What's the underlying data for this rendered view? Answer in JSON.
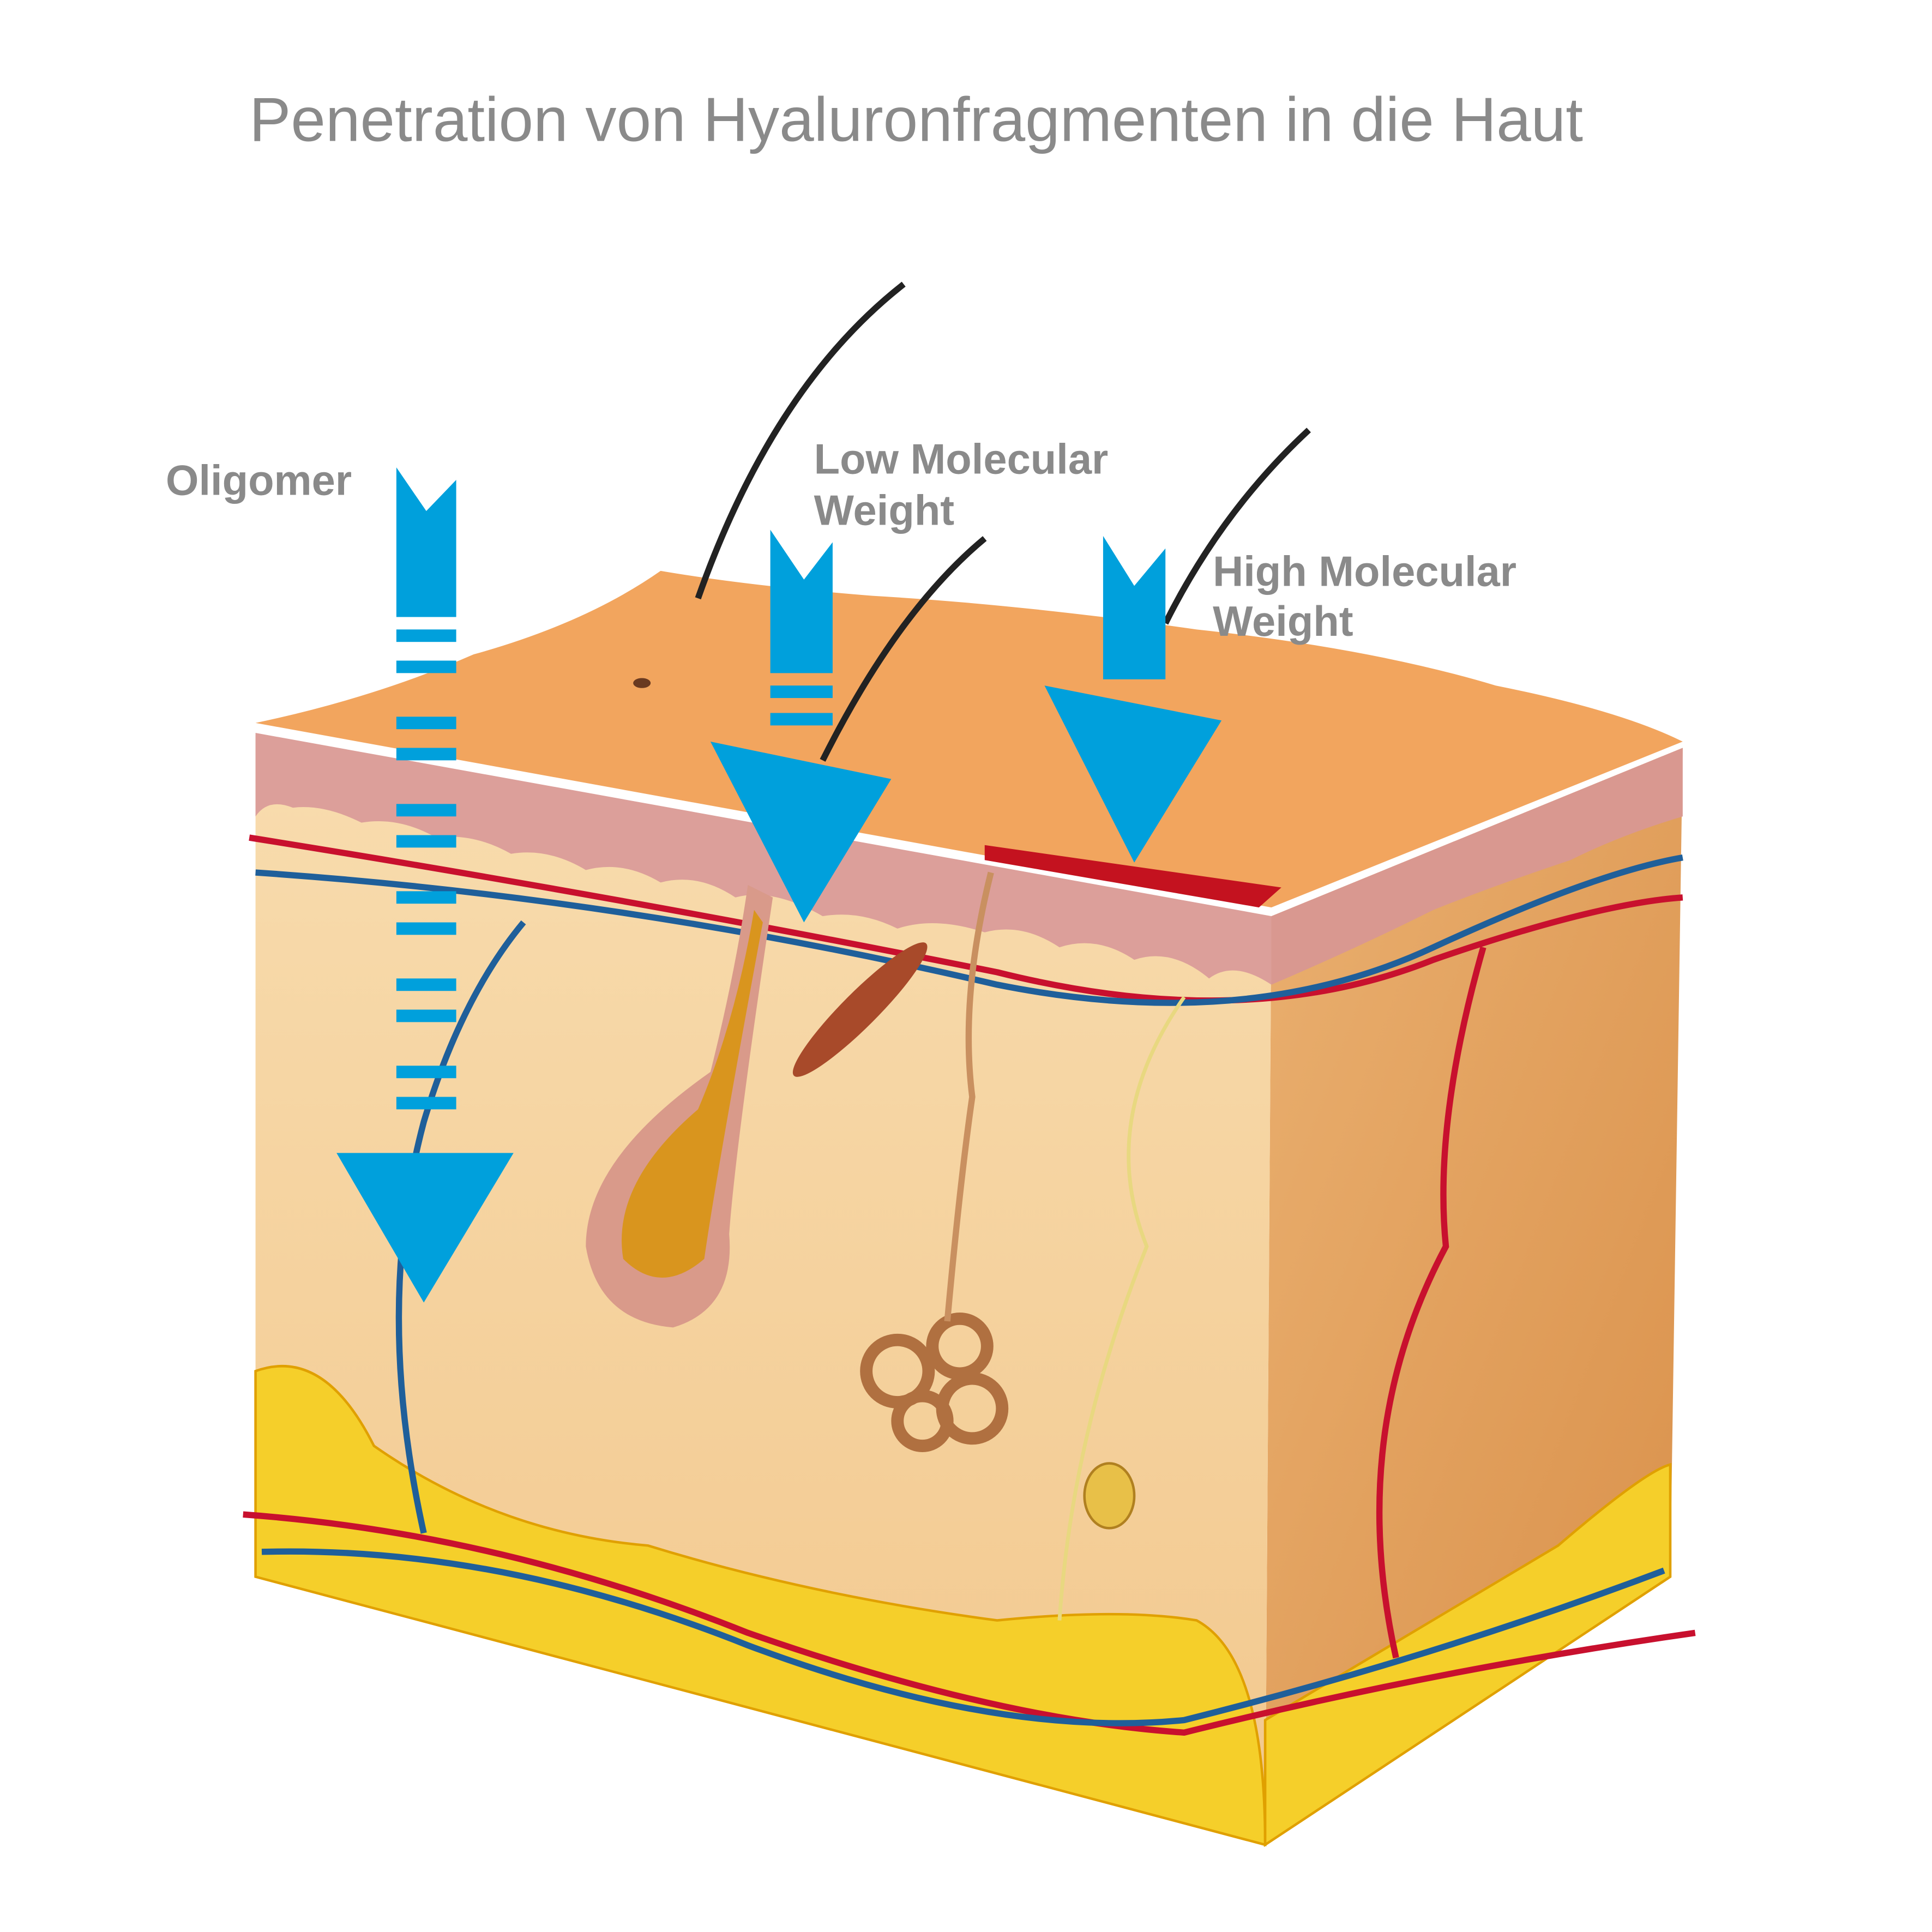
{
  "title": "Penetration von Hyaluronfragmenten in die Haut",
  "labels": {
    "oligomer": "Oligomer",
    "low_line1": "Low Molecular",
    "low_line2": "Weight",
    "high_line1": "High Molecular",
    "high_line2": "Weight"
  },
  "colors": {
    "arrow": "#00a0dc",
    "surface": "#f0a45c",
    "epidermis": "#d99a9a",
    "dermis": "#f6d7a8",
    "fat": "#f5cf2a",
    "artery": "#c8102e",
    "vein": "#1f5f9a",
    "barrier": "#c4121f",
    "text": "#8a8a8a"
  }
}
